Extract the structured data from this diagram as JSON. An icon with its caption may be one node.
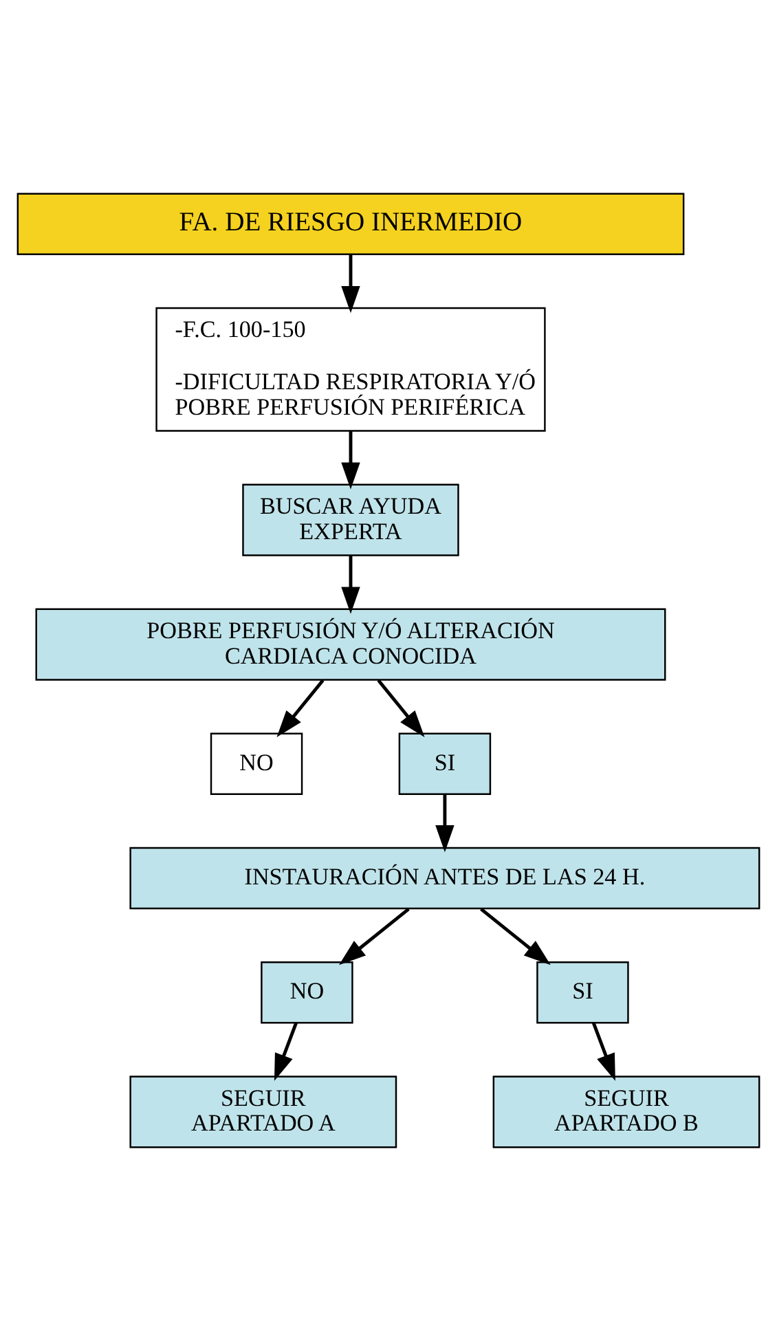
{
  "diagram": {
    "nodes": [
      {
        "text": [
          "FA. DE RIESGO INERMEDIO"
        ]
      },
      {
        "text": [
          "-F.C. 100-150",
          "-DIFICULTAD RESPIRATORIA Y/Ó POBRE PERFUSIÓN PERIFÉRICA"
        ]
      },
      {
        "text": [
          "BUSCAR AYUDA EXPERTA"
        ]
      },
      {
        "text": [
          "POBRE PERFUSIÓN Y/Ó ALTERACIÓN CARDIACA CONOCIDA"
        ]
      },
      {
        "text": [
          "NO"
        ]
      },
      {
        "text": [
          "SI"
        ]
      },
      {
        "text": [
          "INSTAURACIÓN ANTES DE LAS 24 H."
        ]
      },
      {
        "text": [
          "NO"
        ]
      },
      {
        "text": [
          "SI"
        ]
      },
      {
        "text": [
          "SEGUIR APARTADO A"
        ]
      },
      {
        "text": [
          "SEGUIR APARTADO B"
        ]
      }
    ],
    "edges": [
      {
        "from": 0,
        "to": 1,
        "arrow": "to"
      },
      {
        "from": 1,
        "to": 2,
        "arrow": "to"
      },
      {
        "from": 2,
        "to": 3,
        "arrow": "to"
      },
      {
        "from": 3,
        "to": 4,
        "arrow": "to"
      },
      {
        "from": 3,
        "to": 5,
        "arrow": "to"
      },
      {
        "from": 5,
        "to": 6,
        "arrow": "to"
      },
      {
        "from": 6,
        "to": 7,
        "arrow": "to"
      },
      {
        "from": 6,
        "to": 8,
        "arrow": "to"
      },
      {
        "from": 7,
        "to": 9,
        "arrow": "to"
      },
      {
        "from": 8,
        "to": 10,
        "arrow": "to"
      }
    ]
  }
}
